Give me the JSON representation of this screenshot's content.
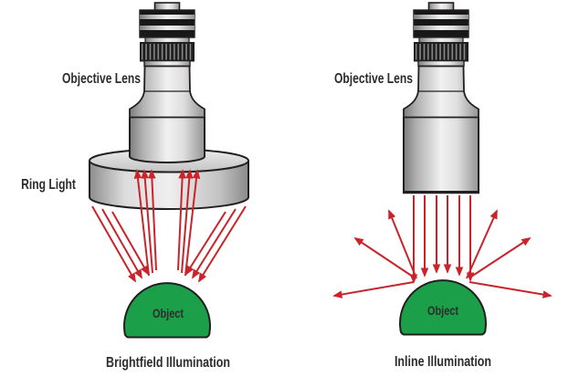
{
  "left_diagram": {
    "objective_lens_label": "Objective Lens",
    "ring_light_label": "Ring Light",
    "object_label": "Object",
    "caption": "Brightfield Illumination"
  },
  "right_diagram": {
    "objective_lens_label": "Objective Lens",
    "object_label": "Object",
    "caption": "Inline Illumination"
  },
  "icons": {
    "objective_lens": "camera-objective-lens-illustration",
    "ring_light": "ring-light-cylinder-illustration",
    "object": "green-dome-object",
    "light_ray": "red-arrow-light-ray"
  },
  "colors": {
    "arrow_red": "#c9242b",
    "object_green": "#1c9f49",
    "outline_dark": "#231f20",
    "label_text": "#2d2b2c",
    "background": "#ffffff"
  }
}
